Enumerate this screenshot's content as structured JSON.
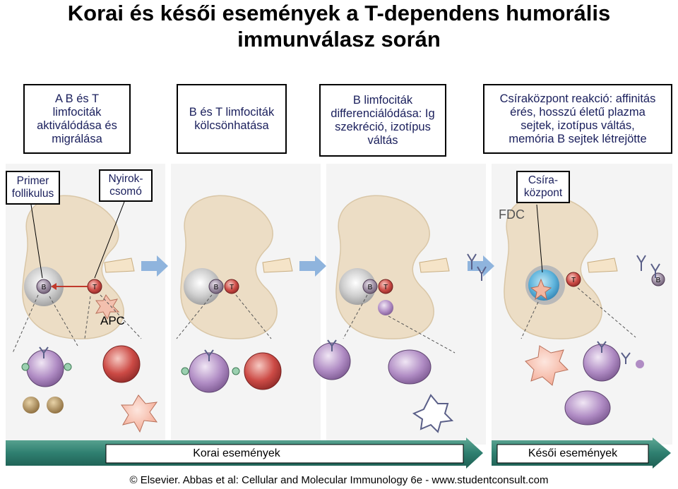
{
  "title": {
    "line1": "Korai és késői események a T-dependens humorális",
    "line2": "immunválasz során"
  },
  "steps": [
    {
      "lines": [
        "A B és T",
        "limfociták",
        "aktiválódása és",
        "migrálása"
      ]
    },
    {
      "lines": [
        "B és T limfociták",
        "kölcsönhatása"
      ]
    },
    {
      "lines": [
        "B limfociták",
        "differenciálódása: Ig",
        "szekréció, izotípus",
        "váltás"
      ]
    },
    {
      "lines": [
        "Csíraközpont reakció: affinitás",
        "érés, hosszú életű plazma",
        "sejtek, izotípus váltás,",
        "memória B sejtek létrejötte"
      ]
    }
  ],
  "labels": {
    "primer": [
      "Primer",
      "follikulus"
    ],
    "nyirok": [
      "Nyirok-",
      "csomó"
    ],
    "csira": [
      "Csíra-",
      "központ"
    ],
    "fdc": "FDC",
    "apc": "APC",
    "b": "B",
    "t": "T"
  },
  "bands": {
    "early": "Korai események",
    "late": "Késői események"
  },
  "footer": "© Elsevier. Abbas et al: Cellular and Molecular Immunology 6e - www.studentconsult.com",
  "colors": {
    "panel_bg": "#f3f3f3",
    "node": "#ecddc5",
    "b_cell": "#8a7a8c",
    "t_cell": "#c6423e",
    "arrow_blue": "#8fb4dd",
    "band_green": "#2f7f70"
  }
}
